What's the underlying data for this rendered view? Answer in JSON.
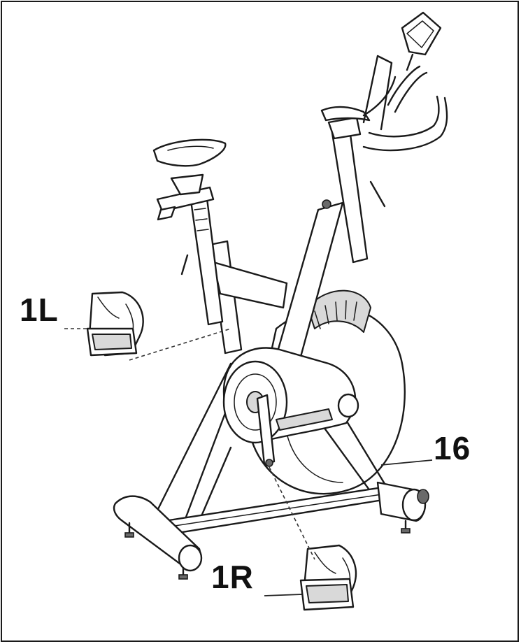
{
  "diagram": {
    "callouts": {
      "left_pedal": "1L",
      "right_pedal": "1R",
      "flywheel": "16"
    },
    "colors": {
      "line": "#1a1a1a",
      "background": "#ffffff",
      "shade": "#d9d9d9"
    }
  }
}
